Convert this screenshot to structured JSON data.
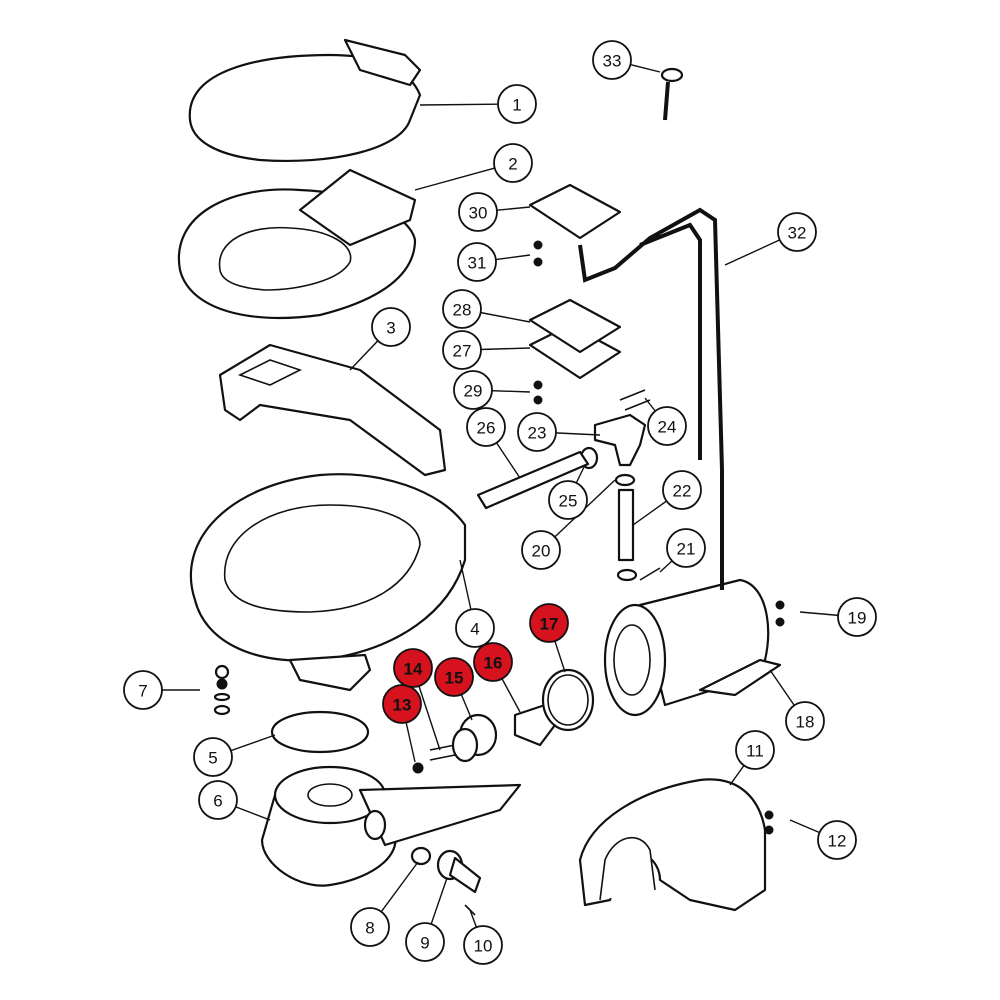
{
  "diagram": {
    "type": "exploded-parts-diagram",
    "highlight_color": "#d5121e",
    "callouts": [
      {
        "label": "1"
      },
      {
        "label": "2"
      },
      {
        "label": "3"
      },
      {
        "label": "4"
      },
      {
        "label": "5"
      },
      {
        "label": "6"
      },
      {
        "label": "7"
      },
      {
        "label": "8"
      },
      {
        "label": "9"
      },
      {
        "label": "10"
      },
      {
        "label": "11"
      },
      {
        "label": "12"
      },
      {
        "label": "13",
        "highlighted": true
      },
      {
        "label": "14",
        "highlighted": true
      },
      {
        "label": "15",
        "highlighted": true
      },
      {
        "label": "16",
        "highlighted": true
      },
      {
        "label": "17",
        "highlighted": true
      },
      {
        "label": "18"
      },
      {
        "label": "19"
      },
      {
        "label": "20"
      },
      {
        "label": "21"
      },
      {
        "label": "22"
      },
      {
        "label": "23"
      },
      {
        "label": "24"
      },
      {
        "label": "25"
      },
      {
        "label": "26"
      },
      {
        "label": "27"
      },
      {
        "label": "28"
      },
      {
        "label": "29"
      },
      {
        "label": "30"
      },
      {
        "label": "31"
      },
      {
        "label": "32"
      },
      {
        "label": "33"
      }
    ]
  }
}
